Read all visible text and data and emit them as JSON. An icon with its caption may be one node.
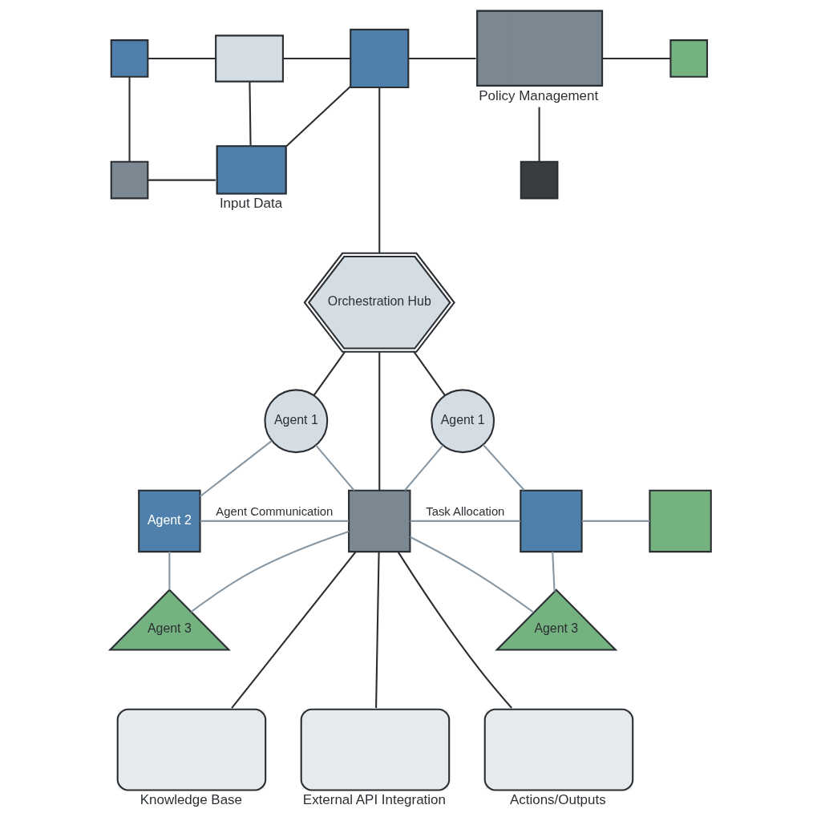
{
  "diagram": {
    "nodes": [
      {
        "text": [],
        "shape": "box"
      },
      {
        "text": [],
        "shape": "box"
      },
      {
        "text": [],
        "shape": "box"
      },
      {
        "text": [
          "Policy Management"
        ]
      },
      {
        "text": [],
        "shape": "box"
      },
      {
        "text": [],
        "shape": "box"
      },
      {
        "text": [
          "Input Data"
        ]
      },
      {
        "text": [],
        "shape": "box"
      },
      {
        "text": [
          "Orchestration Hub"
        ]
      },
      {
        "text": [
          "Agent 1"
        ]
      },
      {
        "text": [
          "Agent 1"
        ]
      },
      {
        "text": [
          "Agent 2"
        ]
      },
      {
        "text": [],
        "shape": "box"
      },
      {
        "text": [],
        "shape": "box"
      },
      {
        "text": [],
        "shape": "box"
      },
      {
        "text": [
          "Agent 3"
        ]
      },
      {
        "text": [
          "Agent 3"
        ]
      },
      {
        "text": [
          "Knowledge Base"
        ]
      },
      {
        "text": [
          "External API Integration"
        ]
      },
      {
        "text": [
          "Actions/Outputs"
        ]
      }
    ],
    "edges": [
      {
        "from": 0,
        "to": 1,
        "arrow": "none"
      },
      {
        "from": 0,
        "to": 5,
        "arrow": "none"
      },
      {
        "from": 5,
        "to": 6,
        "arrow": "none"
      },
      {
        "from": 1,
        "to": 6,
        "arrow": "none"
      },
      {
        "from": 1,
        "to": 2,
        "arrow": "none"
      },
      {
        "from": 6,
        "to": 2,
        "arrow": "none"
      },
      {
        "from": 2,
        "to": 3,
        "arrow": "none"
      },
      {
        "from": 3,
        "to": 4,
        "arrow": "none"
      },
      {
        "from": 3,
        "to": 7,
        "arrow": "none"
      },
      {
        "from": 2,
        "to": 8,
        "arrow": "none"
      },
      {
        "from": 8,
        "to": 9,
        "arrow": "none"
      },
      {
        "from": 8,
        "to": 10,
        "arrow": "none"
      },
      {
        "from": 8,
        "to": 12,
        "arrow": "none"
      },
      {
        "from": 9,
        "to": 11,
        "arrow": "none",
        "color": "#8797a3"
      },
      {
        "from": 11,
        "to": 15,
        "arrow": "none",
        "color": "#8797a3"
      },
      {
        "from": 9,
        "to": 12,
        "arrow": "none",
        "color": "#8797a3"
      },
      {
        "from": 11,
        "to": 12,
        "arrow": "none",
        "label": "Agent Communication",
        "color": "#8797a3"
      },
      {
        "from": 15,
        "to": 12,
        "arrow": "none",
        "color": "#8797a3"
      },
      {
        "from": 10,
        "to": 13,
        "arrow": "none",
        "color": "#8797a3"
      },
      {
        "from": 13,
        "to": 16,
        "arrow": "none",
        "color": "#8797a3"
      },
      {
        "from": 12,
        "to": 10,
        "arrow": "none",
        "color": "#8797a3"
      },
      {
        "from": 12,
        "to": 13,
        "arrow": "none",
        "label": "Task Allocation",
        "color": "#8797a3"
      },
      {
        "from": 12,
        "to": 16,
        "arrow": "none",
        "color": "#8797a3"
      },
      {
        "from": 13,
        "to": 14,
        "arrow": "none",
        "color": "#8797a3"
      },
      {
        "from": 12,
        "to": 17,
        "arrow": "none"
      },
      {
        "from": 12,
        "to": 18,
        "arrow": "none"
      },
      {
        "from": 12,
        "to": 19,
        "arrow": "none"
      }
    ]
  }
}
